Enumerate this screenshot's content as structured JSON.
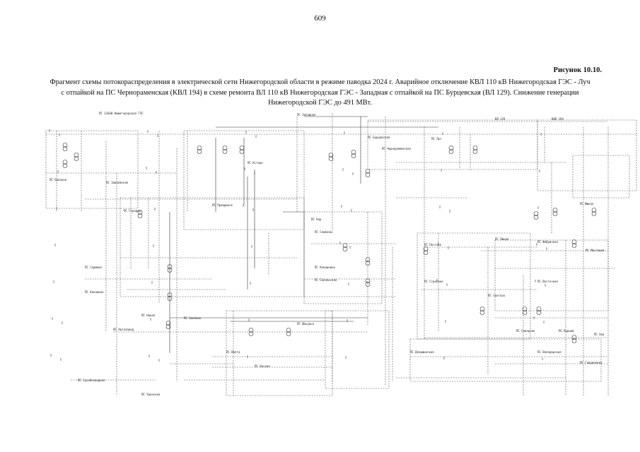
{
  "page": {
    "number": "609"
  },
  "figure": {
    "label": "Рисунок 10.10.",
    "caption": "Фрагмент схемы потокораспределения в электрической сети Нижегородской области в режиме паводка 2024 г. Аварийное отключение КВЛ 110 кВ Нижегородская ГЭС - Луч с отпайкой на ПС Чернораменская (КВЛ 194) в схеме ремонта ВЛ 110 кВ Нижегородская ГЭС - Западная с отпайкой на ПС Бурцевская (ВЛ 129). Снижение генерации Нижегородской ГЭС до 491 МВт."
  },
  "diagram": {
    "line_color": "#333333",
    "dashed_color": "#555555",
    "labels": [
      "ПС 110кВ Нижегородская ГЭС",
      "ПС Западная",
      "ПС Бурцевская",
      "ПС Чернораменская",
      "ПС Луч",
      "ВЛ 129",
      "КВЛ 194",
      "ПС Балахна",
      "ПС Заволжская",
      "ПС Городец",
      "ПС Правдинск",
      "ПС Кстово",
      "ПС Бор",
      "ПС Семёнов",
      "ПС Ковернино",
      "ПС Сокольская",
      "ПС Пестово",
      "ПС Линда",
      "ПС Фабричная",
      "ПС Южная",
      "ПС Мостовая",
      "ПС Стригино",
      "ПС Светлая",
      "ПС Восточная",
      "ПС Северная",
      "ПС Кудьма",
      "ПС Ока",
      "ПС Дзержинская",
      "ПС Володарская",
      "ПС Гавриловка",
      "ПС Сормово",
      "ПС Канавино",
      "ПС Автозавод",
      "ПС Новая",
      "ПС Зелёная",
      "ПС Волга",
      "ПС Окская",
      "ПС Сухобезводное",
      "ПС Уренская",
      "ПС Шахунья"
    ]
  }
}
